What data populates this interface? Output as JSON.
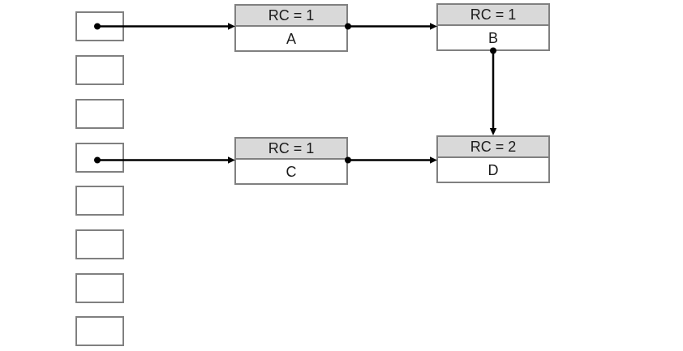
{
  "diagram": {
    "title": "reference-counting heap diagram",
    "stack": {
      "slots": [
        {
          "index": 0,
          "has_pointer": true,
          "points_to": "A"
        },
        {
          "index": 1,
          "has_pointer": false
        },
        {
          "index": 2,
          "has_pointer": false
        },
        {
          "index": 3,
          "has_pointer": true,
          "points_to": "C"
        },
        {
          "index": 4,
          "has_pointer": false
        },
        {
          "index": 5,
          "has_pointer": false
        },
        {
          "index": 6,
          "has_pointer": false
        },
        {
          "index": 7,
          "has_pointer": false
        }
      ]
    },
    "nodes": [
      {
        "id": "A",
        "header": "RC = 1",
        "label": "A"
      },
      {
        "id": "B",
        "header": "RC = 1",
        "label": "B"
      },
      {
        "id": "C",
        "header": "RC = 1",
        "label": "C"
      },
      {
        "id": "D",
        "header": "RC = 2",
        "label": "D"
      }
    ],
    "edges": [
      {
        "from": "stack-slot-0",
        "to": "A",
        "direction": "right"
      },
      {
        "from": "A",
        "to": "B",
        "direction": "right"
      },
      {
        "from": "B",
        "to": "D",
        "direction": "down"
      },
      {
        "from": "stack-slot-3",
        "to": "C",
        "direction": "right"
      },
      {
        "from": "C",
        "to": "D",
        "direction": "right"
      }
    ],
    "colors": {
      "node_header_fill": "#d9d9d9",
      "node_body_fill": "#ffffff",
      "node_border": "#808080",
      "slot_border": "#808080",
      "arrow": "#000000"
    }
  }
}
